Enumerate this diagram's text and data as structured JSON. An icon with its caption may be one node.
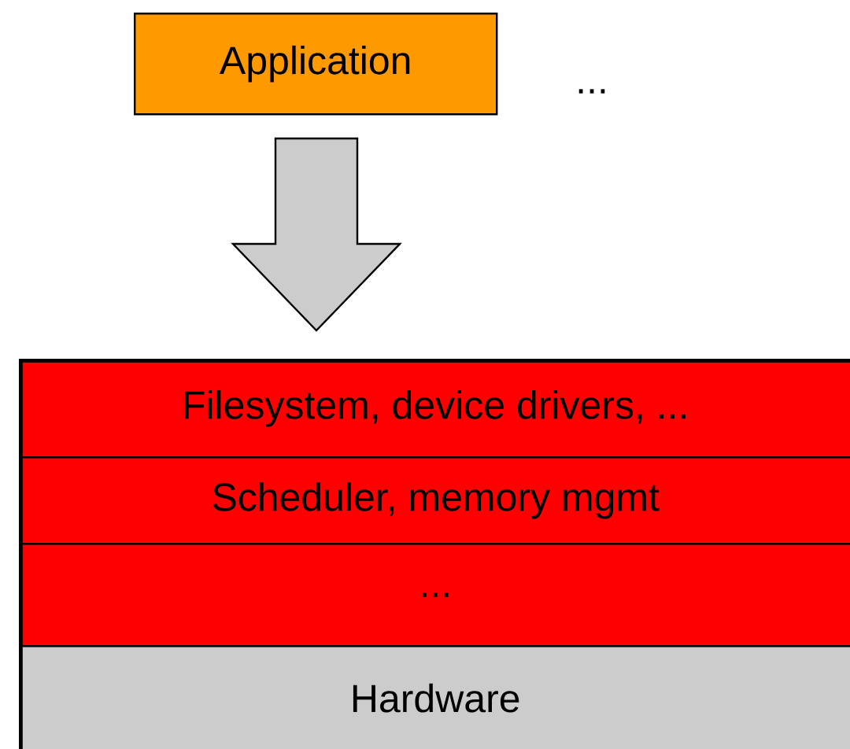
{
  "diagram": {
    "nodes": [
      {
        "text": [
          "Application"
        ]
      },
      {
        "text": [],
        "shape": "box"
      },
      {
        "text": [
          "Filesystem, device drivers, ..."
        ],
        "in": 1
      },
      {
        "text": [
          "Scheduler, memory mgmt"
        ],
        "in": 1
      },
      {
        "text": [
          "..."
        ],
        "in": 1
      },
      {
        "text": [
          "Hardware"
        ],
        "in": 1
      }
    ],
    "edges": [
      {
        "from": 0,
        "to": 1,
        "arrow": "to"
      }
    ],
    "labels": [
      "..."
    ]
  }
}
